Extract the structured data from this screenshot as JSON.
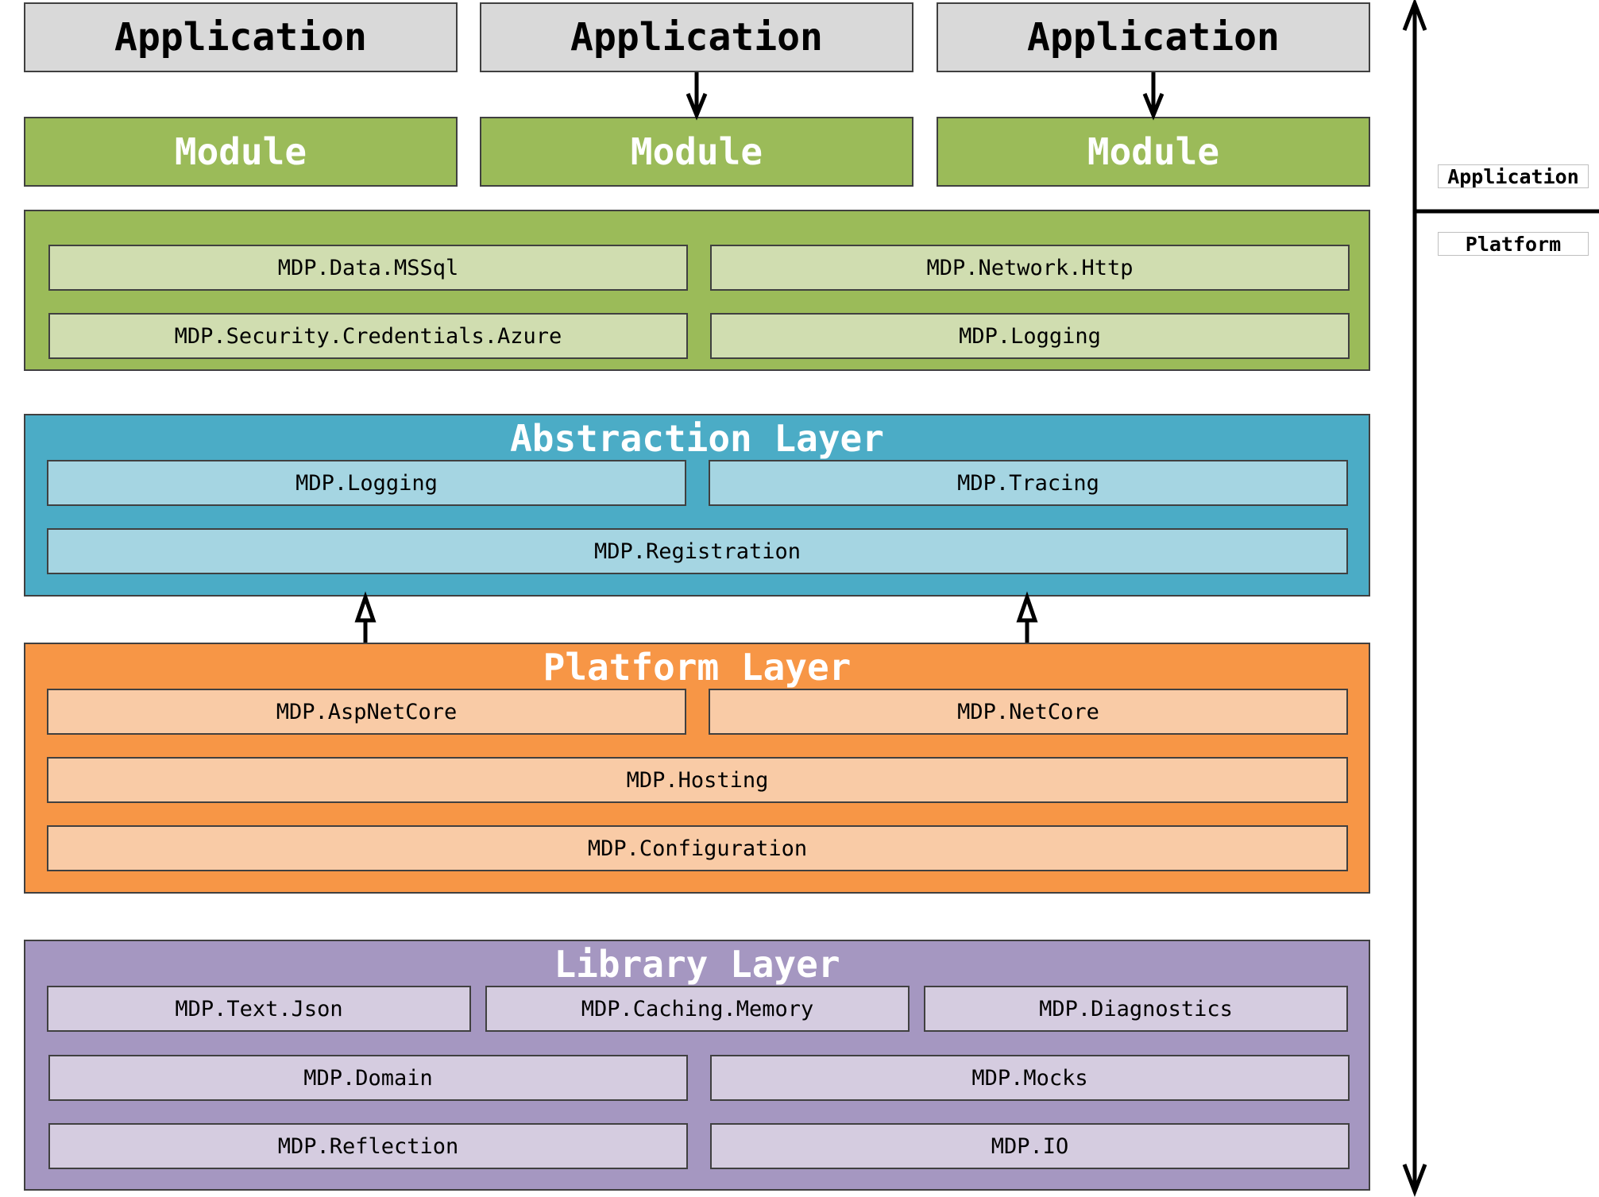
{
  "applications": [
    "Application",
    "Application",
    "Application"
  ],
  "modules": [
    "Module",
    "Module",
    "Module"
  ],
  "module_components": {
    "items": [
      "MDP.Data.MSSql",
      "MDP.Network.Http",
      "MDP.Security.Credentials.Azure",
      "MDP.Logging"
    ]
  },
  "abstraction_layer": {
    "title": "Abstraction Layer",
    "items": [
      "MDP.Logging",
      "MDP.Tracing",
      "MDP.Registration"
    ]
  },
  "platform_layer": {
    "title": "Platform Layer",
    "items": [
      "MDP.AspNetCore",
      "MDP.NetCore",
      "MDP.Hosting",
      "MDP.Configuration"
    ]
  },
  "library_layer": {
    "title": "Library Layer",
    "items": [
      "MDP.Text.Json",
      "MDP.Caching.Memory",
      "MDP.Diagnostics",
      "MDP.Domain",
      "MDP.Mocks",
      "MDP.Reflection",
      "MDP.IO"
    ]
  },
  "side_axis": {
    "top_label": "Application",
    "bottom_label": "Platform"
  },
  "colors": {
    "application": "#d9d9d9",
    "module": "#9bbb59",
    "abstraction": "#4bacc6",
    "platform": "#f79646",
    "library": "#a597c1"
  }
}
